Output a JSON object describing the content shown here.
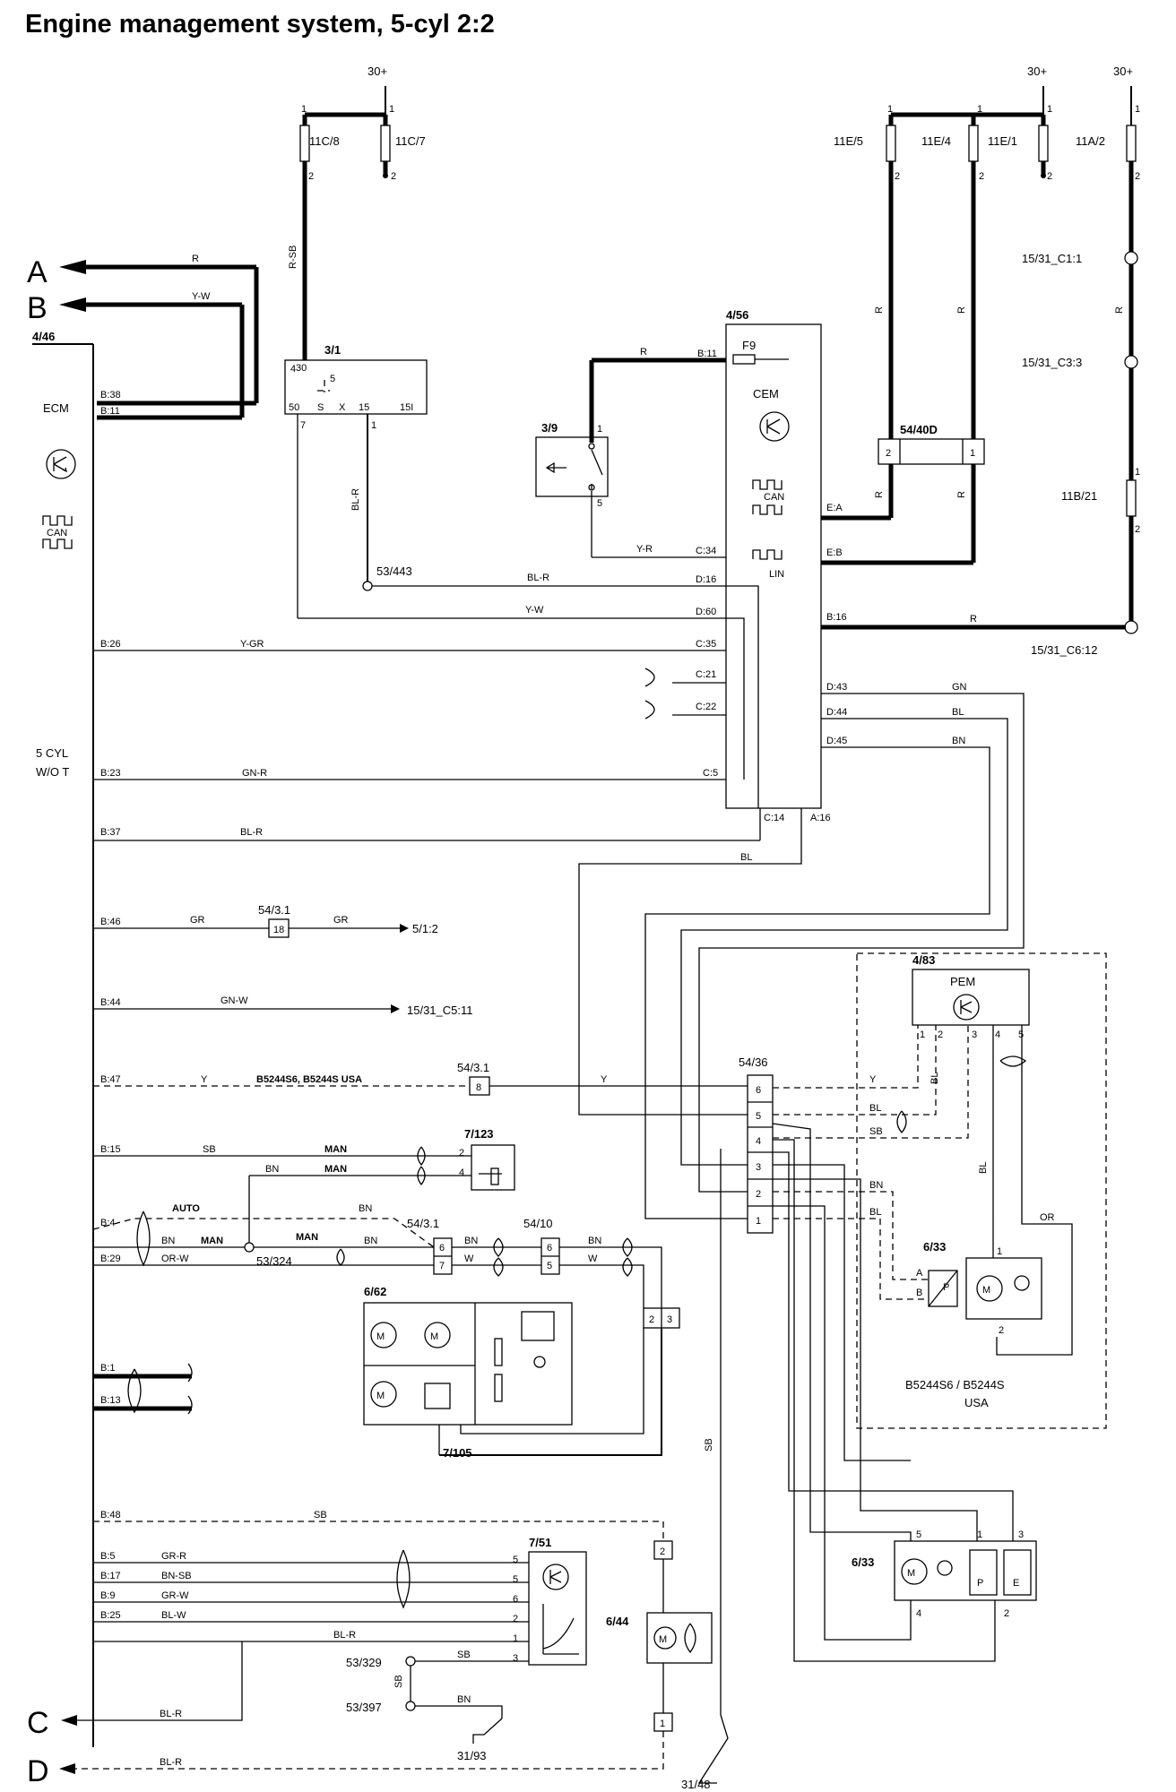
{
  "title": "Engine management system, 5-cyl 2:2",
  "supplies": [
    "30+",
    "30+",
    "30+"
  ],
  "fuses": {
    "f11c8": "11C/8",
    "f11c7": "11C/7",
    "f11e5": "11E/5",
    "f11e4": "11E/4",
    "f11e1": "11E/1",
    "f11a2": "11A/2",
    "f11b21": "11B/21"
  },
  "connectors": {
    "c1531_c11": "15/31_C1:1",
    "c1531_c33": "15/31_C3:3",
    "c1531_c612": "15/31_C6:12",
    "c1531_c511": "15/31_C5:11",
    "c5_1_2": "5/1:2",
    "c54_40d": "54/40D",
    "c54_36": "54/36",
    "c54_31a": "54/3.1",
    "c54_31b": "54/3.1",
    "c54_31c": "54/3.1",
    "c54_10": "54/10"
  },
  "splices": {
    "s53_443": "53/443",
    "s53_324": "53/324",
    "s53_329": "53/329",
    "s53_397": "53/397"
  },
  "grounds": {
    "g31_93": "31/93",
    "g31_48": "31/48"
  },
  "arrows": {
    "a": "A",
    "b": "B",
    "c": "C",
    "d": "D"
  },
  "ecm": {
    "ref": "4/46",
    "name": "ECM",
    "variant_line1": "5 CYL",
    "variant_line2": "W/O T",
    "can": "CAN",
    "pins": {
      "b38": "B:38",
      "b11": "B:11",
      "b26": "B:26",
      "b23": "B:23",
      "b37": "B:37",
      "b46": "B:46",
      "b44": "B:44",
      "b47": "B:47",
      "b15": "B:15",
      "b4": "B:4",
      "b29": "B:29",
      "b1": "B:1",
      "b13": "B:13",
      "b48": "B:48",
      "b5": "B:5",
      "b17": "B:17",
      "b9": "B:9",
      "b25": "B:25"
    }
  },
  "cem": {
    "ref": "4/56",
    "name": "CEM",
    "fuse": "F9",
    "can": "CAN",
    "lin": "LIN",
    "pins": {
      "b11": "B:11",
      "c34": "C:34",
      "d16": "D:16",
      "d60": "D:60",
      "c35": "C:35",
      "c21": "C:21",
      "c22": "C:22",
      "c5": "C:5",
      "ea": "E:A",
      "eb": "E:B",
      "b16": "B:16",
      "d43": "D:43",
      "d44": "D:44",
      "d45": "D:45",
      "c14": "C:14",
      "a16": "A:16"
    }
  },
  "ignition": {
    "ref": "3/1",
    "terminals": [
      "30",
      "50",
      "S",
      "X",
      "15",
      "15I"
    ],
    "contact": "5"
  },
  "brake_switch": {
    "ref": "3/9"
  },
  "pem": {
    "ref": "4/83",
    "name": "PEM"
  },
  "pump_a": {
    "ref": "6/33",
    "p": "P"
  },
  "pump_b": {
    "ref": "6/33",
    "p": "P",
    "e": "E"
  },
  "sensor_7_123": {
    "ref": "7/123"
  },
  "sensor_7_51": {
    "ref": "7/51"
  },
  "sensor_7_105": {
    "ref": "7/105"
  },
  "motor_6_62": {
    "ref": "6/62"
  },
  "fan_6_44": {
    "ref": "6/44"
  },
  "pem_note": {
    "line1": "B5244S6 / B5244S",
    "line2": "USA"
  },
  "variant_b5244": "B5244S6, B5244S USA",
  "modes": {
    "man": "MAN",
    "auto": "AUTO"
  },
  "wire_colors": {
    "r": "R",
    "yw": "Y-W",
    "rsb": "R-SB",
    "blr": "BL-R",
    "yr": "Y-R",
    "ygr": "Y-GR",
    "gnr": "GN-R",
    "gr": "GR",
    "gnw": "GN-W",
    "y": "Y",
    "sb": "SB",
    "bn": "BN",
    "orw": "OR-W",
    "w": "W",
    "grr": "GR-R",
    "bnsb": "BN-SB",
    "grw": "GR-W",
    "blw": "BL-W",
    "gn": "GN",
    "bl": "BL",
    "or": "OR"
  }
}
